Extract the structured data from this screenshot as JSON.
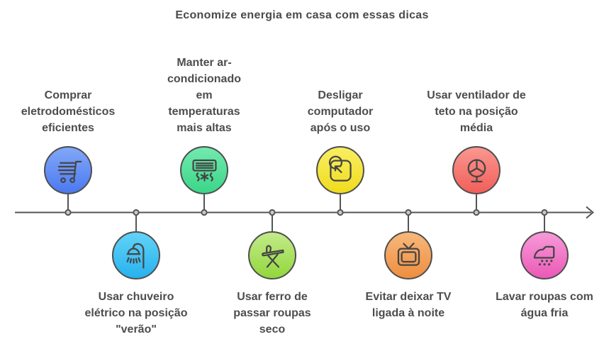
{
  "title": "Economize energia em casa com essas dicas",
  "colors": {
    "background": "#ffffff",
    "axis": "#555555",
    "text": "#4d4d4d",
    "icon_stroke": "#454545",
    "circle_border": "#4e4e4e"
  },
  "items": [
    {
      "label": "Comprar eletrodomésticos eficientes",
      "icon": "shopping-cart-icon",
      "side": "top",
      "color_top": "#82a7f8",
      "color_bottom": "#4b7af0"
    },
    {
      "label": "Usar chuveiro elétrico na posição \"verão\"",
      "icon": "shower-icon",
      "side": "bottom",
      "color_top": "#62d3f8",
      "color_bottom": "#27b2ee"
    },
    {
      "label": "Manter ar-condicionado em temperaturas mais altas",
      "icon": "air-conditioner-icon",
      "side": "top",
      "color_top": "#72eaae",
      "color_bottom": "#3bd689"
    },
    {
      "label": "Usar ferro de passar roupas seco",
      "icon": "ironing-board-icon",
      "side": "bottom",
      "color_top": "#c3eb8a",
      "color_bottom": "#92d73c"
    },
    {
      "label": "Desligar computador após o uso",
      "icon": "power-off-icon",
      "side": "top",
      "color_top": "#f9ee62",
      "color_bottom": "#f0dc1d"
    },
    {
      "label": "Evitar deixar TV ligada à noite",
      "icon": "tv-icon",
      "side": "bottom",
      "color_top": "#f7b87b",
      "color_bottom": "#ee8e3f"
    },
    {
      "label": "Usar ventilador de teto na posição média",
      "icon": "ceiling-fan-icon",
      "side": "top",
      "color_top": "#fa978f",
      "color_bottom": "#f15f59"
    },
    {
      "label": "Lavar roupas com água fria",
      "icon": "clothes-iron-icon",
      "side": "bottom",
      "color_top": "#f79ad8",
      "color_bottom": "#eb59b6"
    }
  ]
}
